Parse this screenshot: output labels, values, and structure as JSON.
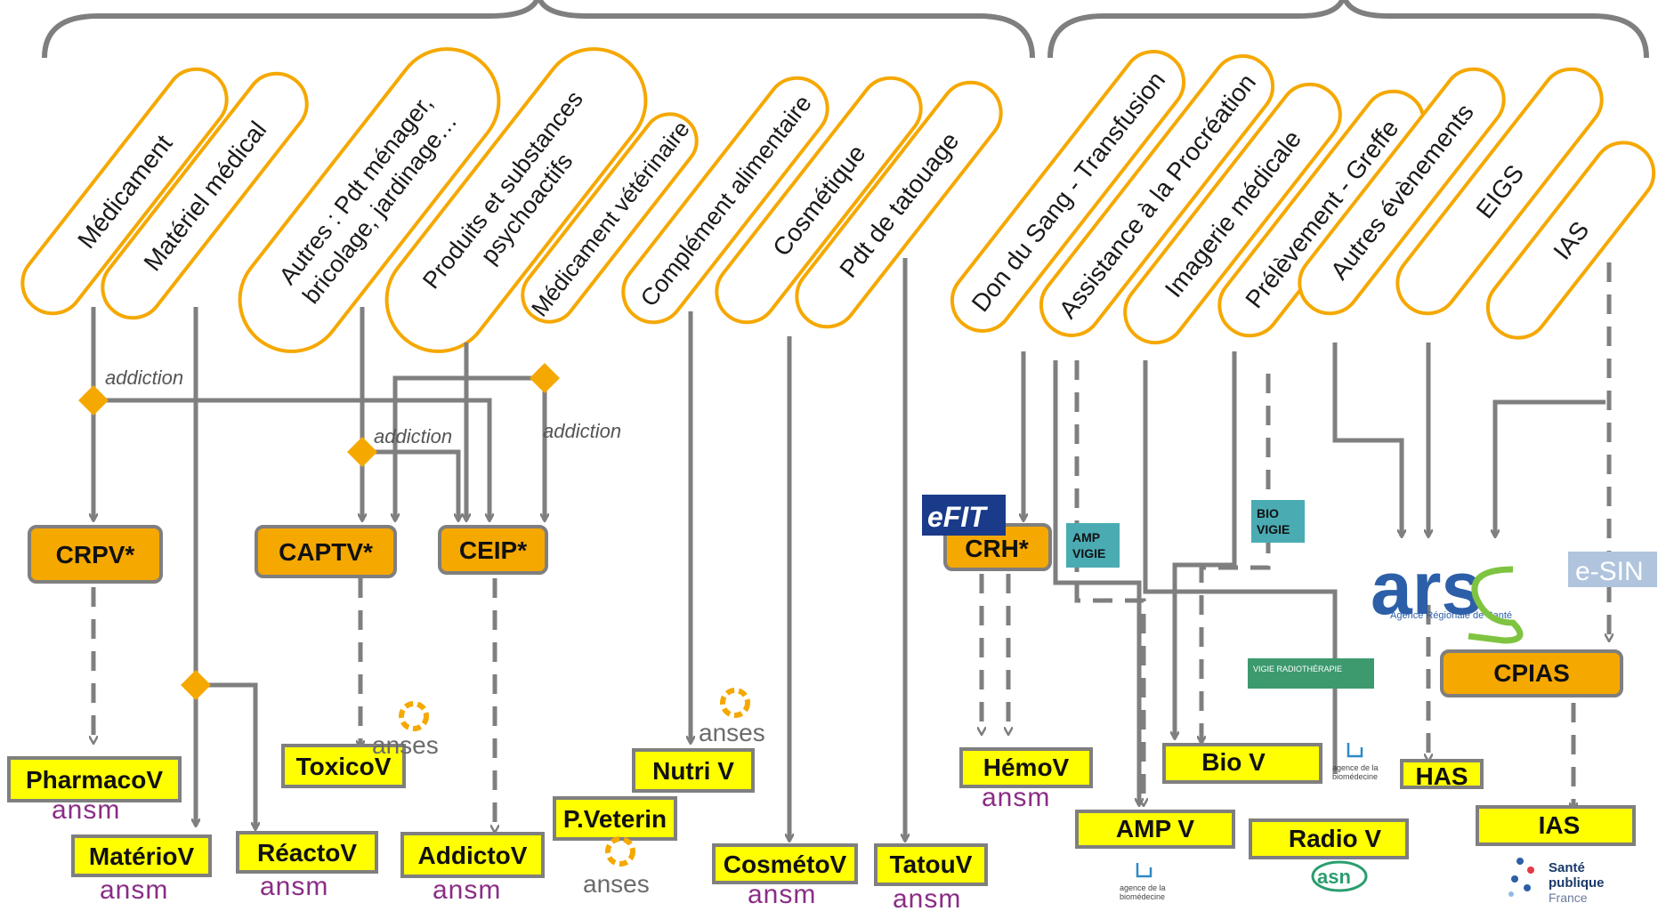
{
  "domains": [
    "Médicament",
    "Matériel médical",
    "Autres : Pdt ménager, bricolage, jardinage…",
    "Produits et substances psychoactifs",
    "Médicament vétérinaire",
    "Complément alimentaire",
    "Cosmétique",
    "Pdt de tatouage",
    "Don du Sang - Transfusion",
    "Assistance à la Procréation",
    "Imagerie médicale",
    "Prélèvement - Greffe",
    "Autres évènements",
    "EIGS",
    "IAS"
  ],
  "labels": {
    "addiction_1": "addiction",
    "addiction_2": "addiction",
    "addiction_3": "addiction"
  },
  "centers": {
    "crpv": "CRPV*",
    "captv": "CAPTV*",
    "ceip": "CEIP*",
    "crh": "CRH*",
    "cpias": "CPIAS"
  },
  "vigilances": {
    "pharmacov": "PharmacoV",
    "materiov": "MatérioV",
    "reactov": "RéactoV",
    "toxicov": "ToxicoV",
    "addictov": "AddictoV",
    "nutriv": "Nutri V",
    "pveterin": "P.Veterin",
    "cosmetov": "CosmétoV",
    "tatouv": "TatouV",
    "hemov": "HémoV",
    "ampv": "AMP V",
    "biov": "Bio V",
    "radiov": "Radio V",
    "has": "HAS",
    "ias": "IAS"
  },
  "tags": {
    "amp_vigie": [
      "AMP",
      "VIGIE"
    ],
    "bio_vigie": [
      "BIO",
      "VIGIE"
    ],
    "vigie_radio": "VIGIE RADIOTHÉRAPIE"
  },
  "logos": {
    "ansm": "ansm",
    "anses": "anses",
    "efit": "eFIT",
    "ars": "ars",
    "ars_sub": "Agence Régionale de Santé",
    "esin": "e-SIN",
    "asn": "asn",
    "agence": [
      "agence de la",
      "biomédecine"
    ],
    "sante_publique": [
      "Santé",
      "publique",
      "France"
    ]
  },
  "colors": {
    "orange": "#f5a800",
    "yellow": "#ffff00",
    "teal": "#4aabb3",
    "gray": "#7f7f7f",
    "ars_blue": "#2d5fa8",
    "ars_green": "#7fc441"
  }
}
